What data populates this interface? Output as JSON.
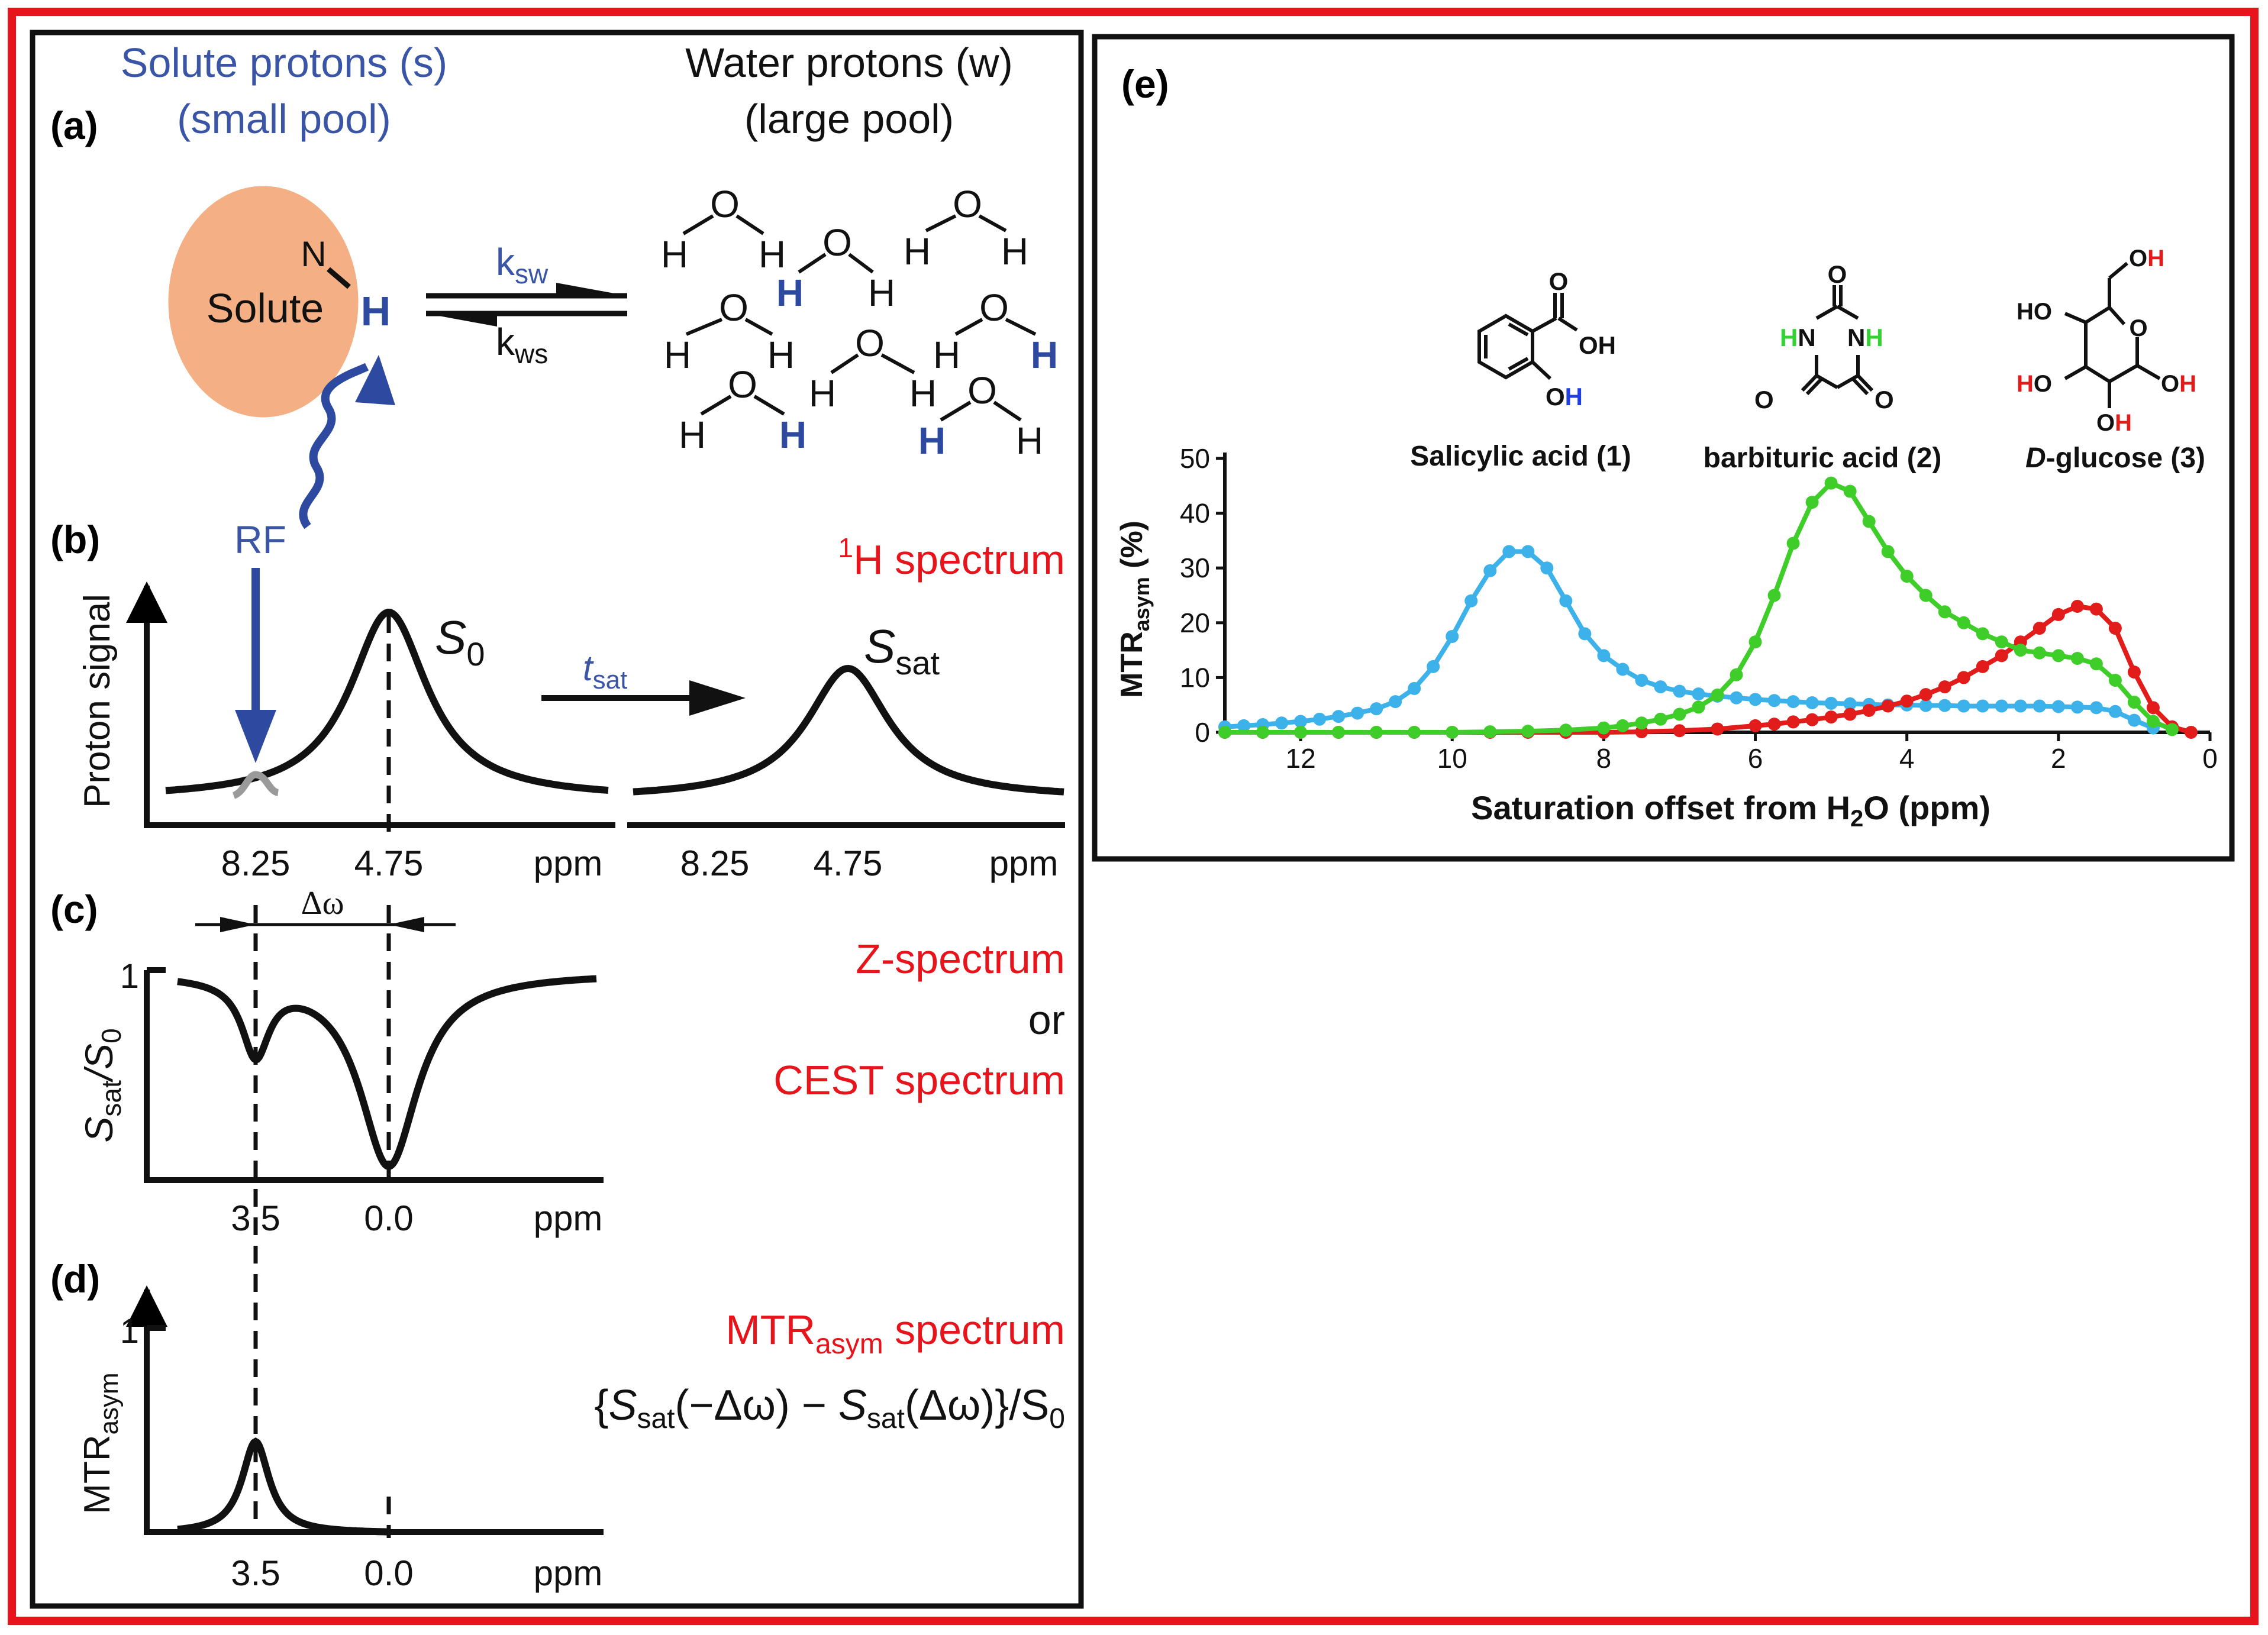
{
  "colors": {
    "border_red": "#e8141c",
    "blue_text": "#3a55a6",
    "red_text": "#e8141c",
    "solute_fill": "#f4b084",
    "dark_blue": "#2e4aa0",
    "series_blue": "#3db2ea",
    "series_green": "#3fcd2a",
    "series_red": "#e21b1b",
    "mol_blue": "#1f3fe0",
    "mol_green": "#32d232",
    "mol_red": "#e21b1b"
  },
  "panel_a": {
    "label": "(a)",
    "solute_header_1": "Solute protons (s)",
    "solute_header_2": "(small pool)",
    "water_header_1": "Water protons (w)",
    "water_header_2": "(large pool)",
    "solute_label": "Solute",
    "atom_N": "N",
    "atom_H": "H",
    "atom_O": "O",
    "rate_forward": "k",
    "rate_forward_sub": "sw",
    "rate_back": "k",
    "rate_back_sub": "ws"
  },
  "panel_b": {
    "label": "(b)",
    "rf_label": "RF",
    "spectrum_label_sup": "1",
    "spectrum_label": "H spectrum",
    "y_label": "Proton signal",
    "s0_label": "S",
    "s0_sub": "0",
    "ssat_label": "S",
    "ssat_sub": "sat",
    "tsat_label": "t",
    "tsat_sub": "sat",
    "left_ticks": [
      "8.25",
      "4.75"
    ],
    "left_unit": "ppm",
    "right_ticks": [
      "8.25",
      "4.75"
    ],
    "right_unit": "ppm"
  },
  "panel_c": {
    "label": "(c)",
    "title_1": "Z-spectrum",
    "title_or": "or",
    "title_2": "CEST spectrum",
    "y_label": "S",
    "y_label_sub": "sat",
    "y_label_tail": "/S",
    "y_label_tail_sub": "0",
    "delta_label": "Δω",
    "y_tick": "1",
    "ticks": [
      "3.5",
      "0.0"
    ],
    "unit": "ppm"
  },
  "panel_d": {
    "label": "(d)",
    "title": "MTR",
    "title_sub": "asym",
    "title_tail": " spectrum",
    "formula_open": "{",
    "formula_s1": "S",
    "formula_s1_sub": "sat",
    "formula_arg1": "(−Δω) − ",
    "formula_s2": "S",
    "formula_s2_sub": "sat",
    "formula_arg2": "(Δω)}",
    "formula_div": "/S",
    "formula_div_sub": "0",
    "y_label": "MTR",
    "y_label_sub": "asym",
    "y_tick": "1",
    "ticks": [
      "3.5",
      "0.0"
    ],
    "unit": "ppm"
  },
  "panel_e": {
    "label": "(e)",
    "molecules": {
      "salicylic": {
        "name": "Salicylic acid (1)",
        "O": "O",
        "OH": "OH",
        "O_part": "O",
        "H_part": "H"
      },
      "barbituric": {
        "name": "barbituric acid (2)",
        "O": "O",
        "N": "N",
        "H": "H"
      },
      "glucose": {
        "name_italic": "D",
        "name_rest": "-glucose (3)",
        "HO": "HO",
        "O": "O",
        "H": "H"
      }
    }
  },
  "chart_data": {
    "type": "line",
    "xlabel": "Saturation offset from H2O (ppm)",
    "xlabel_parts": [
      "Saturation offset from H",
      "2",
      "O (ppm)"
    ],
    "ylabel": "MTRasym (%)",
    "ylabel_parts": [
      "MTR",
      "asym",
      " (%)"
    ],
    "xlim": [
      13,
      0
    ],
    "ylim": [
      0,
      50
    ],
    "x_ticks": [
      12,
      10,
      8,
      6,
      4,
      2,
      0
    ],
    "y_ticks": [
      0,
      10,
      20,
      30,
      40,
      50
    ],
    "grid": false,
    "series": [
      {
        "color": "#3db2ea",
        "x": [
          13.0,
          12.75,
          12.5,
          12.25,
          12.0,
          11.75,
          11.5,
          11.25,
          11.0,
          10.75,
          10.5,
          10.25,
          10.0,
          9.75,
          9.5,
          9.25,
          9.0,
          8.75,
          8.5,
          8.25,
          8.0,
          7.75,
          7.5,
          7.25,
          7.0,
          6.75,
          6.5,
          6.25,
          6.0,
          5.75,
          5.5,
          5.25,
          5.0,
          4.75,
          4.5,
          4.25,
          4.0,
          3.75,
          3.5,
          3.25,
          3.0,
          2.75,
          2.5,
          2.25,
          2.0,
          1.75,
          1.5,
          1.25,
          1.0,
          0.75
        ],
        "values": [
          1.0,
          1.2,
          1.4,
          1.7,
          2.0,
          2.4,
          2.9,
          3.5,
          4.3,
          5.6,
          8.0,
          12.0,
          17.5,
          24.0,
          29.5,
          33.0,
          33.0,
          30.0,
          24.0,
          18.0,
          14.0,
          11.5,
          9.5,
          8.3,
          7.5,
          7.0,
          6.6,
          6.3,
          6.0,
          5.8,
          5.6,
          5.4,
          5.3,
          5.2,
          5.1,
          5.0,
          5.0,
          4.9,
          4.9,
          4.8,
          4.8,
          4.8,
          4.8,
          4.8,
          4.7,
          4.6,
          4.5,
          3.8,
          2.2,
          0.8
        ]
      },
      {
        "color": "#3fcd2a",
        "x": [
          13.0,
          12.5,
          12.0,
          11.5,
          11.0,
          10.5,
          10.0,
          9.5,
          9.0,
          8.5,
          8.0,
          7.75,
          7.5,
          7.25,
          7.0,
          6.75,
          6.5,
          6.25,
          6.0,
          5.75,
          5.5,
          5.25,
          5.0,
          4.75,
          4.5,
          4.25,
          4.0,
          3.75,
          3.5,
          3.25,
          3.0,
          2.75,
          2.5,
          2.25,
          2.0,
          1.75,
          1.5,
          1.25,
          1.0,
          0.75,
          0.5
        ],
        "values": [
          0.0,
          0.0,
          0.0,
          0.0,
          0.0,
          0.0,
          0.0,
          0.1,
          0.2,
          0.4,
          0.8,
          1.2,
          1.7,
          2.4,
          3.3,
          4.6,
          6.8,
          10.5,
          16.5,
          25.0,
          34.5,
          42.0,
          45.5,
          44.0,
          38.5,
          33.0,
          28.5,
          25.0,
          22.0,
          20.0,
          18.0,
          16.5,
          15.0,
          14.5,
          14.0,
          13.5,
          12.5,
          9.5,
          5.5,
          2.0,
          0.5
        ]
      },
      {
        "color": "#e21b1b",
        "x": [
          13.0,
          12.5,
          12.0,
          11.5,
          11.0,
          10.5,
          10.0,
          9.5,
          9.0,
          8.5,
          8.0,
          7.5,
          7.0,
          6.5,
          6.0,
          5.75,
          5.5,
          5.25,
          5.0,
          4.75,
          4.5,
          4.25,
          4.0,
          3.75,
          3.5,
          3.25,
          3.0,
          2.75,
          2.5,
          2.25,
          2.0,
          1.75,
          1.5,
          1.25,
          1.0,
          0.75,
          0.5,
          0.25
        ],
        "values": [
          0.0,
          0.0,
          0.0,
          0.0,
          0.0,
          0.0,
          0.0,
          0.0,
          0.0,
          0.0,
          0.0,
          0.1,
          0.3,
          0.6,
          1.2,
          1.5,
          1.9,
          2.3,
          2.8,
          3.3,
          4.0,
          4.8,
          5.7,
          6.9,
          8.3,
          10.0,
          12.0,
          14.0,
          16.5,
          19.0,
          21.5,
          23.0,
          22.5,
          19.0,
          11.0,
          4.5,
          1.0,
          0.0
        ]
      }
    ]
  }
}
